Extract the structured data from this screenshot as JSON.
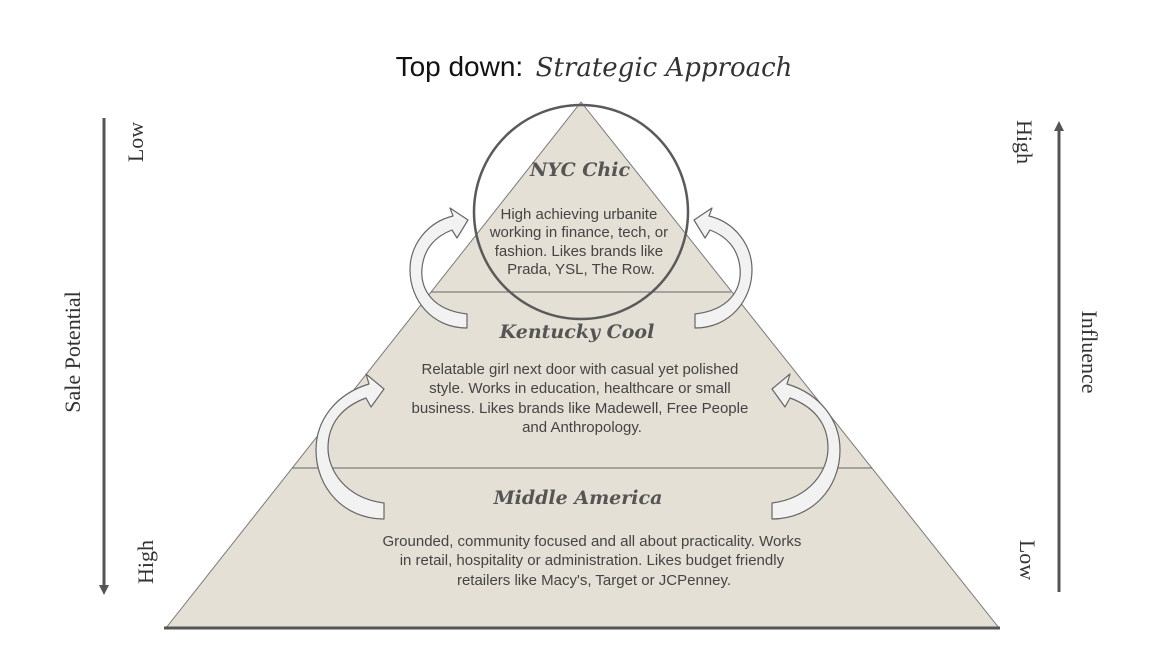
{
  "title": {
    "prefix": "Top down:",
    "suffix": "Strategic Approach"
  },
  "tiers": [
    {
      "name": "NYC Chic",
      "description": [
        "High achieving urbanite",
        "working in finance, tech, or",
        "fashion. Likes brands like",
        "Prada, YSL, The Row."
      ]
    },
    {
      "name": "Kentucky Cool",
      "description": [
        "Relatable girl next door with casual yet polished",
        "style. Works in education, healthcare or small",
        "business. Likes brands like Madewell, Free People",
        "and Anthropology."
      ]
    },
    {
      "name": "Middle America",
      "description": [
        "Grounded, community focused and all about practicality.  Works",
        "in retail, hospitality or administration. Likes budget friendly",
        "retailers like Macy's, Target or JCPenney."
      ]
    }
  ],
  "left_axis": {
    "label": "Sale Potential",
    "top": "Low",
    "bottom": "High",
    "direction": "down"
  },
  "right_axis": {
    "label": "Influence",
    "top": "High",
    "bottom": "Low",
    "direction": "up"
  },
  "colors": {
    "pyramid_fill": "#e5e0d5",
    "pyramid_stroke": "#5a5a5a",
    "arrow_fill": "#f2f2f2",
    "arrow_stroke": "#666666",
    "axis": "#555555"
  }
}
